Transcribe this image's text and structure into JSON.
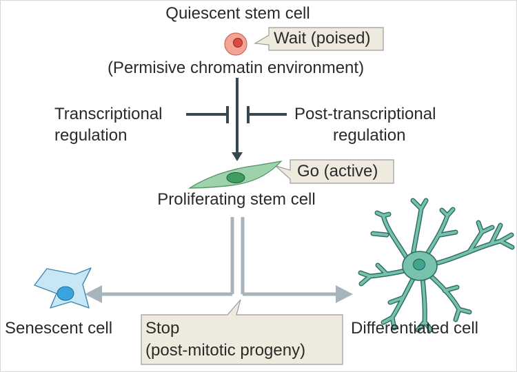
{
  "diagram": {
    "top_cell_title": "Quiescent stem cell",
    "top_cell_subtitle": "(Permisive chromatin environment)",
    "wait_callout": "Wait (poised)",
    "left_regulation": [
      "Transcriptional",
      "regulation"
    ],
    "right_regulation": [
      "Post-transcriptional",
      "regulation"
    ],
    "go_callout": "Go (active)",
    "middle_cell_title": "Proliferating stem cell",
    "left_outcome": "Senescent cell",
    "right_outcome": "Differentiated cell",
    "stop_callout": [
      "Stop",
      "(post-mitotic progeny)"
    ]
  },
  "colors": {
    "background": "#ffffff",
    "text": "#2a2a2a",
    "callout_fill": "#eeeade",
    "callout_stroke": "#9a9a9a",
    "dark_arrow": "#35474f",
    "gray_arrow": "#a7b4bb",
    "quiescent_outer": "#f4a495",
    "quiescent_nucleus": "#d94a3f",
    "proliferating_body": "#9dd3ac",
    "proliferating_nucleus": "#3f9d63",
    "senescent_body": "#c7e7f4",
    "senescent_nucleus": "#3aa5dd",
    "neuron_body": "#77c2ac",
    "neuron_outline": "#2f6e65",
    "neuron_nucleus": "#3fa591"
  }
}
